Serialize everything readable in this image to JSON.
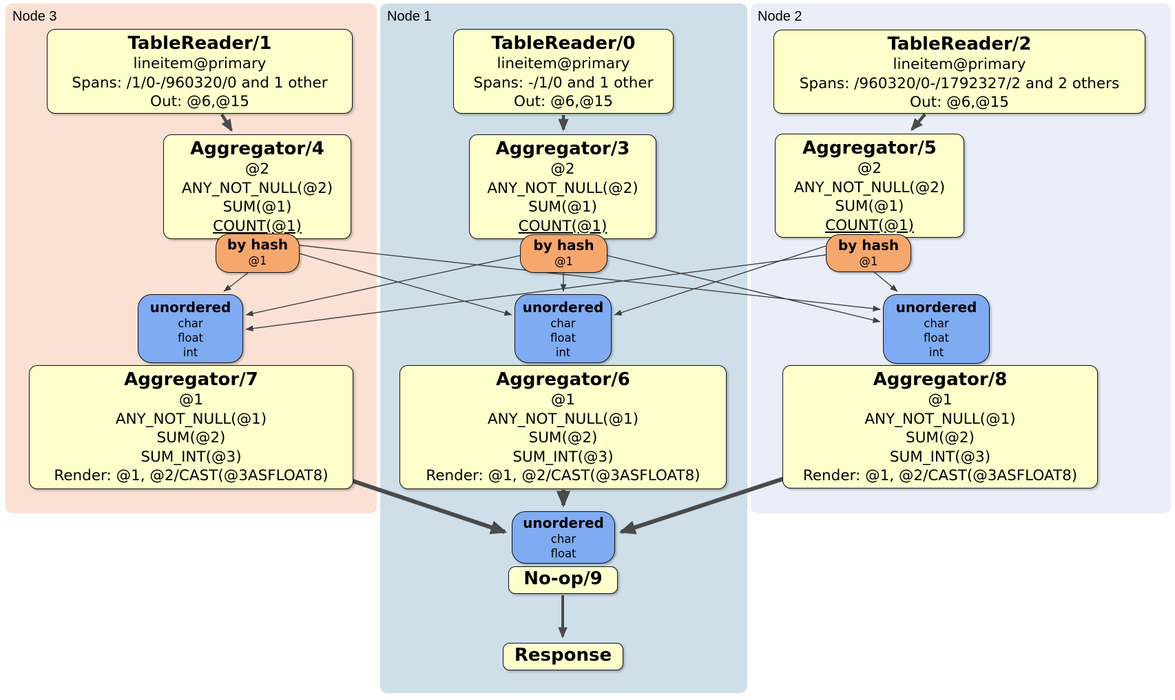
{
  "panels": [
    {
      "label": "Node 3"
    },
    {
      "label": "Node 1"
    },
    {
      "label": "Node 2"
    }
  ],
  "tableReaders": [
    {
      "title": "TableReader/1",
      "index": "lineitem@primary",
      "spans": "Spans: /1/0-/960320/0 and 1 other",
      "out": "Out: @6,@15"
    },
    {
      "title": "TableReader/0",
      "index": "lineitem@primary",
      "spans": "Spans: -/1/0 and 1 other",
      "out": "Out: @6,@15"
    },
    {
      "title": "TableReader/2",
      "index": "lineitem@primary",
      "spans": "Spans: /960320/0-/1792327/2 and 2 others",
      "out": "Out: @6,@15"
    }
  ],
  "stage1Aggregators": [
    {
      "title": "Aggregator/4",
      "group": "@2",
      "aggs": [
        "ANY_NOT_NULL(@2)",
        "SUM(@1)",
        "COUNT(@1)"
      ]
    },
    {
      "title": "Aggregator/3",
      "group": "@2",
      "aggs": [
        "ANY_NOT_NULL(@2)",
        "SUM(@1)",
        "COUNT(@1)"
      ]
    },
    {
      "title": "Aggregator/5",
      "group": "@2",
      "aggs": [
        "ANY_NOT_NULL(@2)",
        "SUM(@1)",
        "COUNT(@1)"
      ]
    }
  ],
  "hashRouters": [
    {
      "title": "by hash",
      "detail": "@1"
    },
    {
      "title": "by hash",
      "detail": "@1"
    },
    {
      "title": "by hash",
      "detail": "@1"
    }
  ],
  "inputSyncs": [
    {
      "title": "unordered",
      "columns": [
        "char",
        "float",
        "int"
      ]
    },
    {
      "title": "unordered",
      "columns": [
        "char",
        "float",
        "int"
      ]
    },
    {
      "title": "unordered",
      "columns": [
        "char",
        "float",
        "int"
      ]
    }
  ],
  "stage2Aggregators": [
    {
      "title": "Aggregator/7",
      "group": "@1",
      "aggs": [
        "ANY_NOT_NULL(@1)",
        "SUM(@2)",
        "SUM_INT(@3)"
      ],
      "render": "Render: @1, @2/CAST(@3ASFLOAT8)"
    },
    {
      "title": "Aggregator/6",
      "group": "@1",
      "aggs": [
        "ANY_NOT_NULL(@1)",
        "SUM(@2)",
        "SUM_INT(@3)"
      ],
      "render": "Render: @1, @2/CAST(@3ASFLOAT8)"
    },
    {
      "title": "Aggregator/8",
      "group": "@1",
      "aggs": [
        "ANY_NOT_NULL(@1)",
        "SUM(@2)",
        "SUM_INT(@3)"
      ],
      "render": "Render: @1, @2/CAST(@3ASFLOAT8)"
    }
  ],
  "finalSync": {
    "title": "unordered",
    "columns": [
      "char",
      "float"
    ]
  },
  "noop": {
    "title": "No-op/9"
  },
  "response": {
    "title": "Response"
  },
  "colors": {
    "node3_panel": "#fbe1d4",
    "node1_panel": "#cedfe9",
    "node2_panel": "#e9eef8",
    "processor_bg": "#ffffcc",
    "router_bg": "#f5a76e",
    "sync_bg": "#7fabf2",
    "box_border": "#111111",
    "edge": "#4a4a4a"
  }
}
